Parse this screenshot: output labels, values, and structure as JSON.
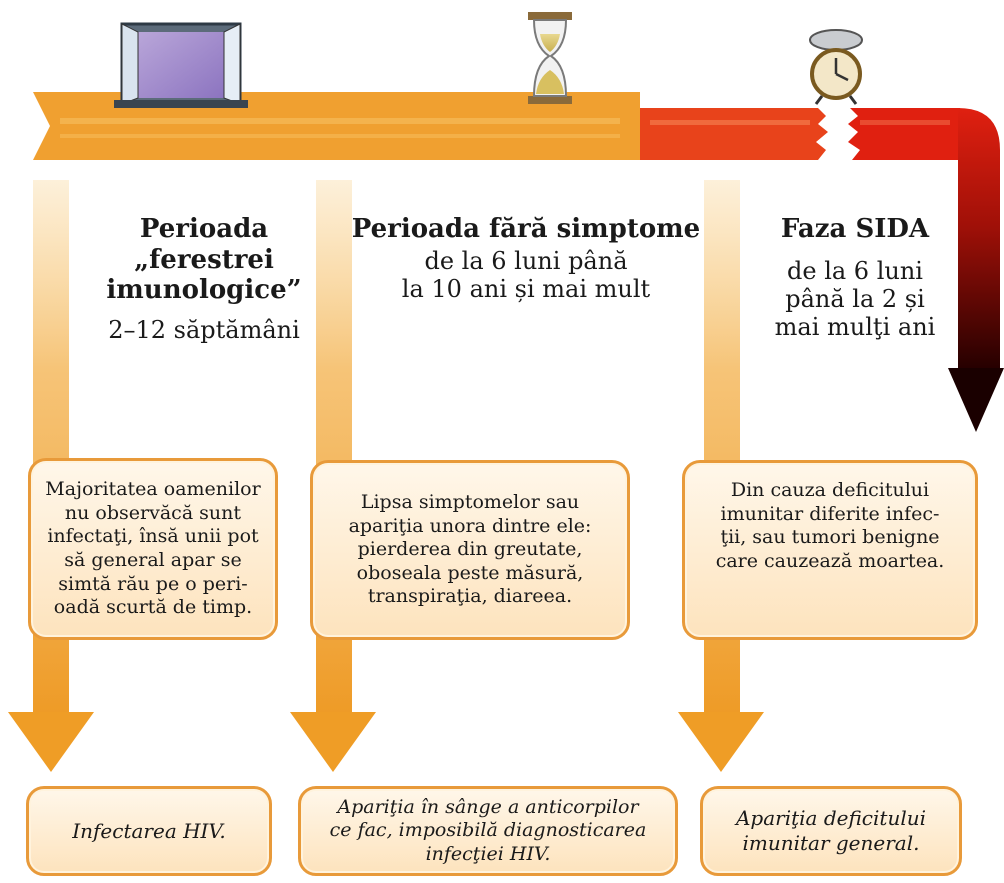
{
  "phases": [
    {
      "title_lines": [
        "Perioada",
        "„ferestrei",
        "imunologice”"
      ],
      "duration": "2–12 săptămâni",
      "description_lines": [
        "Majoritatea oamenilor",
        "nu observăcă sunt",
        "infectaţi, însă unii pot",
        "să general apar se",
        "simtă rău pe o peri-",
        "oadă scurtă de timp."
      ],
      "outcome_lines": [
        "Infectarea HIV."
      ]
    },
    {
      "title_lines": [
        "Perioada fără simptome"
      ],
      "duration_lines": [
        "de la 6 luni până",
        "la 10 ani și mai mult"
      ],
      "description_lines": [
        "Lipsa simptomelor sau",
        "apariţia unora dintre ele:",
        "pierderea din greutate,",
        "oboseala peste măsură,",
        "transpiraţia, diareea."
      ],
      "outcome_lines": [
        "Apariţia în sânge a anticorpilor",
        "ce fac, imposibilă diagnosticarea",
        "infecţiei HIV."
      ]
    },
    {
      "title_lines": [
        "Faza SIDA"
      ],
      "duration_lines": [
        "de la 6 luni",
        "până la 2 și",
        "mai mulţi ani"
      ],
      "description_lines": [
        "Din cauza deficitului",
        "imunitar diferite infec-",
        "ţii, sau tumori benigne",
        "care cauzează moartea."
      ],
      "outcome_lines": [
        "Apariţia deficitului",
        "imunitar general."
      ]
    }
  ],
  "icons": [
    "window-icon",
    "hourglass-icon",
    "alarm-clock-icon"
  ],
  "colors": {
    "orange": "#f0a030",
    "red": "#e02010",
    "dark_red": "#300000",
    "card_border": "#e89a3a",
    "card_fill": "#fde3bd"
  }
}
